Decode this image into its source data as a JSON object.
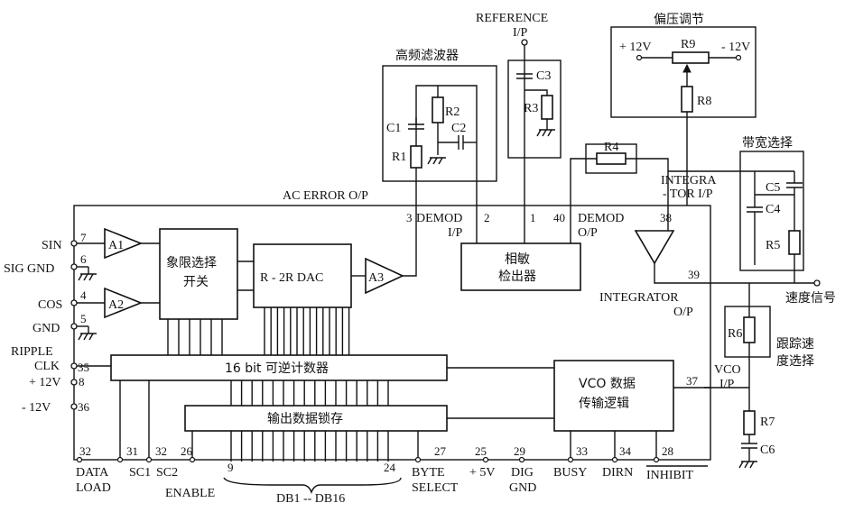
{
  "labels": {
    "reference": "REFERENCE",
    "reference_io": "I/P",
    "hf_filter": "高频滤波器",
    "bias_adj": "偏压调节",
    "plus12_top": "+ 12V",
    "minus12_top": "- 12V",
    "bw_select": "带宽选择",
    "ac_error": "AC ERROR O/P",
    "demod_in": "DEMOD",
    "demod_in_io": "I/P",
    "demod_out": "DEMOD",
    "demod_out_io": "O/P",
    "integrator_in_1": "INTEGRA",
    "integrator_in_2": "- TOR I/P",
    "integrator_out": "INTEGRATOR",
    "integrator_out_io": "O/P",
    "speed_signal": "速度信号",
    "track_speed_1": "跟踪速",
    "track_speed_2": "度选择",
    "vco_in": "VCO",
    "vco_in_io": "I/P",
    "sin": "SIN",
    "sig_gnd": "SIG GND",
    "cos": "COS",
    "gnd": "GND",
    "ripple_clk_1": "RIPPLE",
    "ripple_clk_2": "CLK",
    "plus12_left": "+ 12V",
    "minus12_left": "- 12V",
    "data_load_1": "DATA",
    "data_load_2": "LOAD",
    "sc1": "SC1",
    "sc2": "SC2",
    "enable": "ENABLE",
    "db_range": "DB1 -- DB16",
    "byte_select_1": "BYTE",
    "byte_select_2": "SELECT",
    "plus5": "+ 5V",
    "dig_gnd_1": "DIG",
    "dig_gnd_2": "GND",
    "busy": "BUSY",
    "dirn": "DIRN",
    "inhibit": "INHIBIT"
  },
  "blocks": {
    "quadrant": "象限选择",
    "quadrant_2": "开关",
    "dac": "R - 2R DAC",
    "phase_1": "相敏",
    "phase_2": "检出器",
    "counter": "16 bit 可逆计数器",
    "latch": "输出数据锁存",
    "vco_1": "VCO 数据",
    "vco_2": "传输逻辑"
  },
  "components": {
    "a1": "A1",
    "a2": "A2",
    "a3": "A3",
    "c1": "C1",
    "c2": "C2",
    "c3": "C3",
    "c4": "C4",
    "c5": "C5",
    "c6": "C6",
    "r1": "R1",
    "r2": "R2",
    "r3": "R3",
    "r4": "R4",
    "r5": "R5",
    "r6": "R6",
    "r7": "R7",
    "r8": "R8",
    "r9": "R9"
  },
  "pins": {
    "p3": "3",
    "p2": "2",
    "p1": "1",
    "p40": "40",
    "p38": "38",
    "p39": "39",
    "p7": "7",
    "p6": "6",
    "p4": "4",
    "p5": "5",
    "p35": "35",
    "p8": "8",
    "p36": "36",
    "p37": "37",
    "p32a": "32",
    "p31": "31",
    "p32b": "32",
    "p26": "26",
    "p9": "9",
    "p24": "24",
    "p27": "27",
    "p25": "25",
    "p29": "29",
    "p33": "33",
    "p34": "34",
    "p28": "28"
  }
}
